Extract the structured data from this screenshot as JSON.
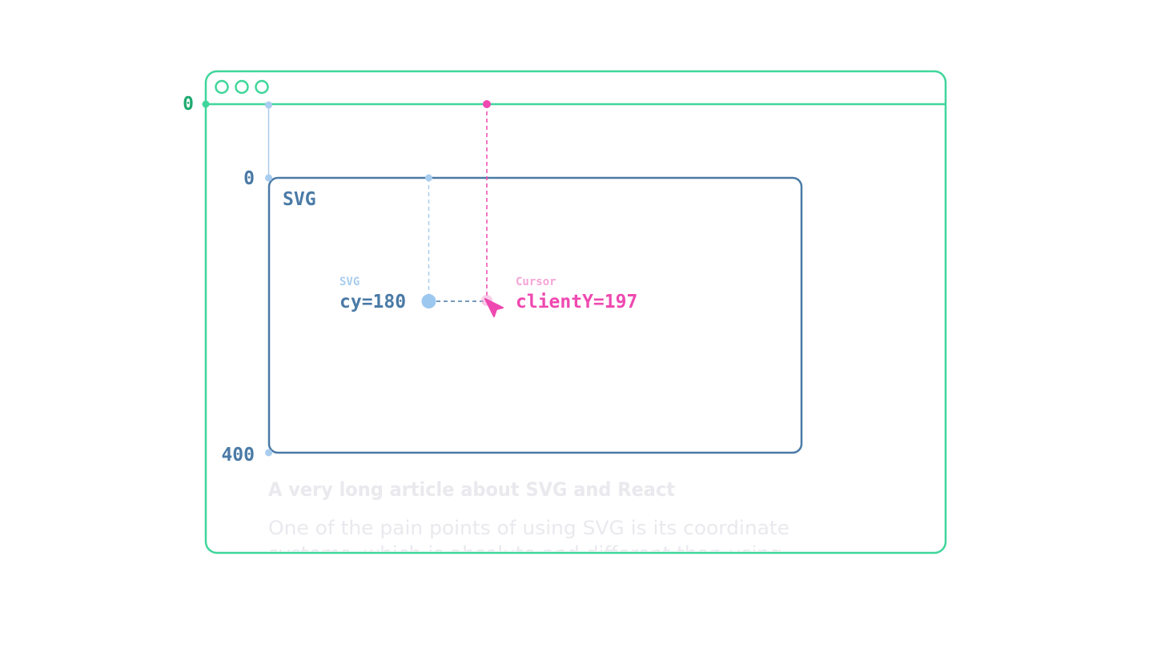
{
  "colors": {
    "browser": "#3fd69b",
    "browser_label": "#1faa70",
    "svg_box": "#4a7aa6",
    "svg_light": "#a9cdef",
    "svg_point": "#9cc8f0",
    "cursor": "#ef48b0",
    "cursor_light": "#f5a3d6",
    "article": "#e9e9ee"
  },
  "browser": {
    "origin_label": "0"
  },
  "svg_box": {
    "title": "SVG",
    "top_label": "0",
    "bottom_label": "400"
  },
  "svg_point": {
    "caption": "SVG",
    "value_label": "cy=180"
  },
  "cursor": {
    "caption": "Cursor",
    "value_label": "clientY=197",
    "icon": "cursor-arrow-icon"
  },
  "article": {
    "heading": "A very long article about SVG and React",
    "line1": "One of the pain  points of using SVG is its coordinate",
    "line2": "systems, which is absolute and different than using"
  }
}
